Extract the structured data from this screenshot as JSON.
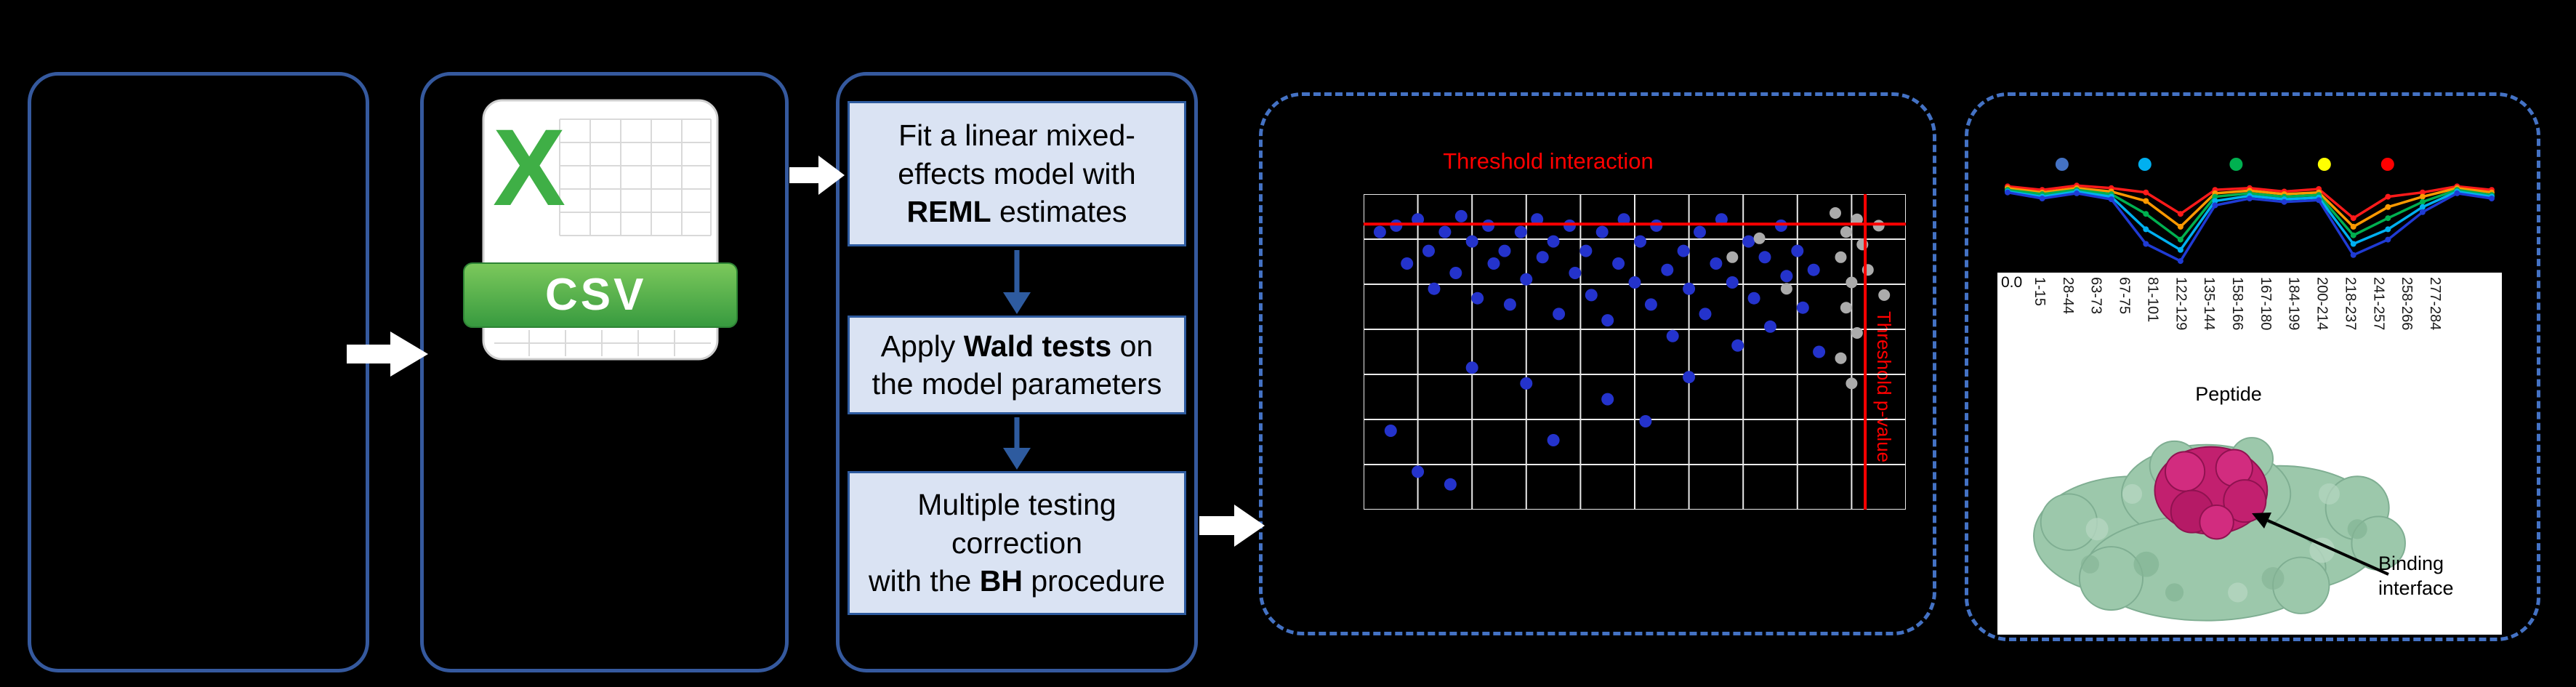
{
  "colors": {
    "background": "#000000",
    "panel_border": "#35599e",
    "dashed_border": "#4472c4",
    "box_fill": "#dae3f3",
    "box_border": "#2e5b9f",
    "threshold_red": "#ff0000",
    "dot_blue": "#2433cc",
    "dot_gray": "#ababab",
    "csv_green": "#3faf46"
  },
  "csv_icon": {
    "logo_letter": "X",
    "label": "CSV"
  },
  "flow_steps": [
    {
      "lines": [
        [
          {
            "t": "Fit a linear mixed-"
          }
        ],
        [
          {
            "t": "effects model with"
          }
        ],
        [
          {
            "t": "REML",
            "b": true
          },
          {
            "t": " estimates"
          }
        ]
      ]
    },
    {
      "lines": [
        [
          {
            "t": "Apply "
          },
          {
            "t": "Wald tests",
            "b": true
          },
          {
            "t": " on"
          }
        ],
        [
          {
            "t": "the model parameters"
          }
        ]
      ]
    },
    {
      "lines": [
        [
          {
            "t": "Multiple testing"
          }
        ],
        [
          {
            "t": "correction"
          }
        ],
        [
          {
            "t": "with the "
          },
          {
            "t": "BH",
            "b": true
          },
          {
            "t": " procedure"
          }
        ]
      ]
    }
  ],
  "scatter": {
    "title": "Threshold interaction",
    "side_label": "Threshold p-value",
    "grid_cols": 10,
    "grid_rows": 7,
    "threshold_h_frac": 0.095,
    "threshold_v_frac": 0.925,
    "blue_points": [
      [
        0.03,
        0.12
      ],
      [
        0.06,
        0.1
      ],
      [
        0.08,
        0.22
      ],
      [
        0.1,
        0.08
      ],
      [
        0.12,
        0.18
      ],
      [
        0.13,
        0.3
      ],
      [
        0.15,
        0.12
      ],
      [
        0.17,
        0.25
      ],
      [
        0.18,
        0.07
      ],
      [
        0.2,
        0.15
      ],
      [
        0.21,
        0.33
      ],
      [
        0.23,
        0.1
      ],
      [
        0.24,
        0.22
      ],
      [
        0.26,
        0.18
      ],
      [
        0.27,
        0.35
      ],
      [
        0.29,
        0.12
      ],
      [
        0.3,
        0.27
      ],
      [
        0.32,
        0.08
      ],
      [
        0.33,
        0.2
      ],
      [
        0.35,
        0.15
      ],
      [
        0.36,
        0.38
      ],
      [
        0.38,
        0.1
      ],
      [
        0.39,
        0.25
      ],
      [
        0.41,
        0.18
      ],
      [
        0.42,
        0.32
      ],
      [
        0.44,
        0.12
      ],
      [
        0.45,
        0.4
      ],
      [
        0.47,
        0.22
      ],
      [
        0.48,
        0.08
      ],
      [
        0.5,
        0.28
      ],
      [
        0.51,
        0.15
      ],
      [
        0.53,
        0.35
      ],
      [
        0.54,
        0.1
      ],
      [
        0.56,
        0.24
      ],
      [
        0.57,
        0.45
      ],
      [
        0.59,
        0.18
      ],
      [
        0.6,
        0.3
      ],
      [
        0.62,
        0.12
      ],
      [
        0.63,
        0.38
      ],
      [
        0.65,
        0.22
      ],
      [
        0.66,
        0.08
      ],
      [
        0.68,
        0.28
      ],
      [
        0.69,
        0.48
      ],
      [
        0.71,
        0.15
      ],
      [
        0.72,
        0.33
      ],
      [
        0.74,
        0.2
      ],
      [
        0.75,
        0.42
      ],
      [
        0.77,
        0.1
      ],
      [
        0.78,
        0.26
      ],
      [
        0.8,
        0.18
      ],
      [
        0.81,
        0.36
      ],
      [
        0.83,
        0.24
      ],
      [
        0.84,
        0.5
      ],
      [
        0.3,
        0.6
      ],
      [
        0.45,
        0.65
      ],
      [
        0.2,
        0.55
      ],
      [
        0.6,
        0.58
      ],
      [
        0.1,
        0.88
      ],
      [
        0.16,
        0.92
      ],
      [
        0.05,
        0.75
      ],
      [
        0.35,
        0.78
      ],
      [
        0.52,
        0.72
      ]
    ],
    "gray_points": [
      [
        0.87,
        0.06
      ],
      [
        0.89,
        0.12
      ],
      [
        0.91,
        0.08
      ],
      [
        0.88,
        0.2
      ],
      [
        0.9,
        0.28
      ],
      [
        0.92,
        0.16
      ],
      [
        0.89,
        0.36
      ],
      [
        0.91,
        0.44
      ],
      [
        0.88,
        0.52
      ],
      [
        0.9,
        0.6
      ],
      [
        0.73,
        0.14
      ],
      [
        0.78,
        0.3
      ],
      [
        0.68,
        0.2
      ],
      [
        0.93,
        0.24
      ],
      [
        0.95,
        0.1
      ],
      [
        0.96,
        0.32
      ]
    ]
  },
  "epitope": {
    "legend_dots": [
      {
        "color": "#4472c4",
        "x": 0.126
      },
      {
        "color": "#00b0f0",
        "x": 0.291
      },
      {
        "color": "#00b050",
        "x": 0.473
      },
      {
        "color": "#ffff00",
        "x": 0.649
      },
      {
        "color": "#ff0000",
        "x": 0.775
      }
    ],
    "series": [
      {
        "color": "#ff1a1a",
        "values": [
          0.92,
          0.88,
          0.93,
          0.9,
          0.85,
          0.6,
          0.88,
          0.9,
          0.86,
          0.89,
          0.55,
          0.8,
          0.85,
          0.92,
          0.88
        ]
      },
      {
        "color": "#ff9900",
        "values": [
          0.9,
          0.85,
          0.9,
          0.86,
          0.75,
          0.45,
          0.84,
          0.87,
          0.83,
          0.85,
          0.45,
          0.68,
          0.8,
          0.9,
          0.85
        ]
      },
      {
        "color": "#00b050",
        "values": [
          0.88,
          0.83,
          0.88,
          0.83,
          0.6,
          0.3,
          0.8,
          0.84,
          0.8,
          0.82,
          0.35,
          0.55,
          0.74,
          0.88,
          0.82
        ]
      },
      {
        "color": "#00b0f0",
        "values": [
          0.86,
          0.8,
          0.86,
          0.8,
          0.42,
          0.18,
          0.75,
          0.81,
          0.77,
          0.79,
          0.25,
          0.42,
          0.68,
          0.86,
          0.8
        ]
      },
      {
        "color": "#1f3bd4",
        "values": [
          0.85,
          0.78,
          0.84,
          0.77,
          0.25,
          0.05,
          0.7,
          0.78,
          0.74,
          0.76,
          0.12,
          0.3,
          0.62,
          0.84,
          0.78
        ]
      }
    ],
    "y_tick": "0.0",
    "x_labels": [
      "1-15",
      "28-44",
      "63-73",
      "67-75",
      "81-101",
      "122-129",
      "135-144",
      "158-166",
      "167-180",
      "184-199",
      "200-214",
      "218-237",
      "241-257",
      "258-266",
      "277-284"
    ],
    "x_title": "Peptide"
  },
  "protein": {
    "annotation": "Binding\ninterface"
  }
}
